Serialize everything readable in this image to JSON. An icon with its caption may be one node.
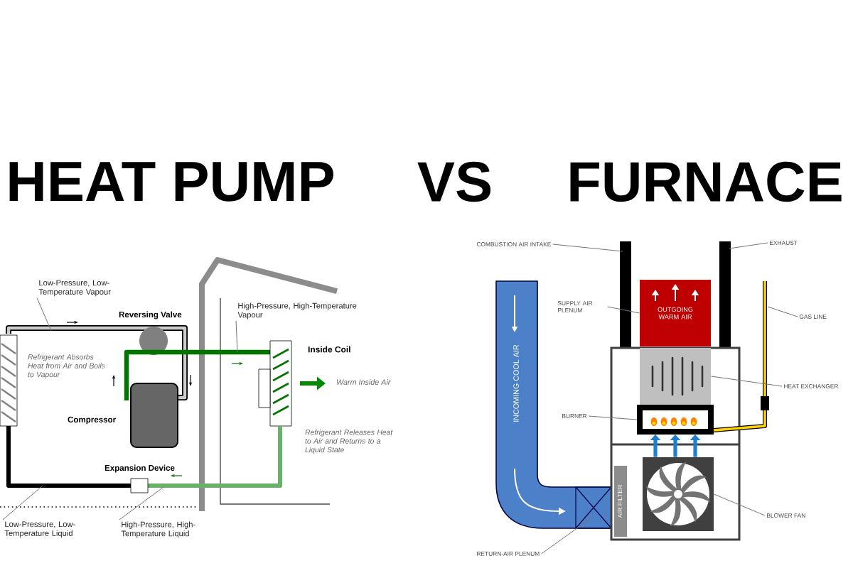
{
  "diagram": {
    "nodes": [
      {
        "text": [
          "Low-Pressure, Low-Temperature Vapour"
        ]
      },
      {
        "text": [
          "High-Pressure, High-Temperature Vapour"
        ]
      },
      {
        "text": [
          "Low-Pressure, Low-Temperature Liquid"
        ]
      },
      {
        "text": [
          "High-Pressure, High-Temperature Liquid"
        ]
      },
      {
        "text": [
          "COMBUSTION AIR INTAKE"
        ]
      },
      {
        "text": [
          "EXHAUST"
        ]
      },
      {
        "text": [
          "SUPPLY AIR PLENUM"
        ]
      },
      {
        "text": [
          "GAS LINE"
        ]
      },
      {
        "text": [
          "HEAT EXCHANGER"
        ]
      },
      {
        "text": [
          "BURNER"
        ]
      },
      {
        "text": [
          "BLOWER FAN"
        ]
      },
      {
        "text": [
          "RETURN-AIR PLENUM"
        ]
      },
      {
        "text": [
          "OUTGOING WARM AIR"
        ]
      },
      {
        "text": [],
        "shape": "box"
      },
      {
        "text": [],
        "shape": "box"
      },
      {
        "text": [],
        "shape": "box"
      }
    ],
    "edges": [
      {
        "from": 0,
        "to": null,
        "arrow": "none"
      },
      {
        "from": 1,
        "to": null,
        "arrow": "none"
      },
      {
        "from": 2,
        "to": null,
        "arrow": "none"
      },
      {
        "from": 3,
        "to": null,
        "arrow": "none"
      },
      {
        "from": 4,
        "to": null,
        "arrow": "none"
      },
      {
        "from": 5,
        "to": null,
        "arrow": "none"
      },
      {
        "from": 6,
        "to": 12,
        "arrow": "none"
      },
      {
        "from": 7,
        "to": null,
        "arrow": "none"
      },
      {
        "from": 8,
        "to": 13,
        "arrow": "none"
      },
      {
        "from": 9,
        "to": 14,
        "arrow": "none"
      },
      {
        "from": 10,
        "to": 15,
        "arrow": "none"
      },
      {
        "from": 11,
        "to": null,
        "arrow": "none"
      },
      {
        "from": 15,
        "to": 14,
        "arrow": "to",
        "style": "thick",
        "color": "#1e7fd0"
      },
      {
        "from": 15,
        "to": 14,
        "arrow": "to",
        "style": "thick",
        "color": "#1e7fd0"
      },
      {
        "from": 15,
        "to": 14,
        "arrow": "to",
        "style": "thick",
        "color": "#1e7fd0"
      }
    ],
    "labels": [
      "HEAT PUMP",
      "VS",
      "FURNACE",
      "Reversing Valve",
      "Inside Coil",
      "Refrigerant Absorbs Heat from Air and Boils to Vapour",
      "Warm Inside Air",
      "Compressor",
      "Refrigerant Releases Heat to Air and Returns to a Liquid State",
      "Expansion Device",
      "INCOMING COOL AIR",
      "AIR FILTER"
    ]
  }
}
